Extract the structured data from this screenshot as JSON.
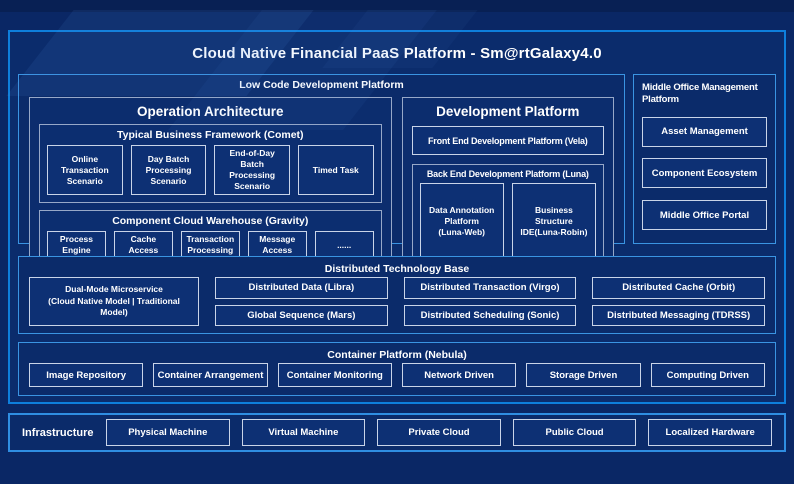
{
  "colors": {
    "page_bg": "#0a2765",
    "frame_bg": "#0b2c6c",
    "outer_border": "#0e7fdc",
    "section_border": "#3a94e2",
    "panel_border": "#97a8c8",
    "leaf_border": "#c9d4e8",
    "leaf_bg": "#0d3074",
    "text": "#ffffff"
  },
  "header": {
    "title": "Cloud Native Financial PaaS Platform - Sm@rtGalaxy4.0"
  },
  "low_code_platform": {
    "label": "Low Code Development Platform",
    "operation_architecture": {
      "title": "Operation Architecture",
      "typical_business_framework": {
        "label": "Typical Business Framework (Comet)",
        "items": [
          "Online Transaction Scenario",
          "Day Batch Processing Scenario",
          "End-of-Day Batch Processing Scenario",
          "Timed Task"
        ]
      },
      "component_cloud_warehouse": {
        "label": "Component Cloud Warehouse (Gravity)",
        "items": [
          "Process Engine",
          "Cache Access",
          "Transaction Processing",
          "Message Access",
          "......"
        ]
      }
    },
    "development_platform": {
      "title": "Development Platform",
      "front_end_label": "Front End Development Platform (Vela)",
      "back_end": {
        "label": "Back End Development Platform (Luna)",
        "items": [
          "Data Annotation\nPlatform\n(Luna-Web)",
          "Business\nStructure\nIDE(Luna-Robin)"
        ]
      }
    }
  },
  "middle_office_platform": {
    "label": "Middle Office Management\nPlatform",
    "items": [
      "Asset Management",
      "Component Ecosystem",
      "Middle Office Portal"
    ]
  },
  "distributed_technology_base": {
    "label": "Distributed Technology Base",
    "dual_mode_label": "Dual-Mode Microservice\n(Cloud Native Model | Traditional\nModel)",
    "items": [
      "Distributed Data (Libra)",
      "Distributed Transaction (Virgo)",
      "Distributed Cache (Orbit)",
      "Global Sequence (Mars)",
      "Distributed Scheduling (Sonic)",
      "Distributed Messaging (TDRSS)"
    ]
  },
  "container_platform": {
    "label": "Container Platform (Nebula)",
    "items": [
      "Image Repository",
      "Container Arrangement",
      "Container Monitoring",
      "Network Driven",
      "Storage Driven",
      "Computing Driven"
    ]
  },
  "infrastructure": {
    "label": "Infrastructure",
    "items": [
      "Physical Machine",
      "Virtual Machine",
      "Private Cloud",
      "Public Cloud",
      "Localized Hardware"
    ]
  }
}
